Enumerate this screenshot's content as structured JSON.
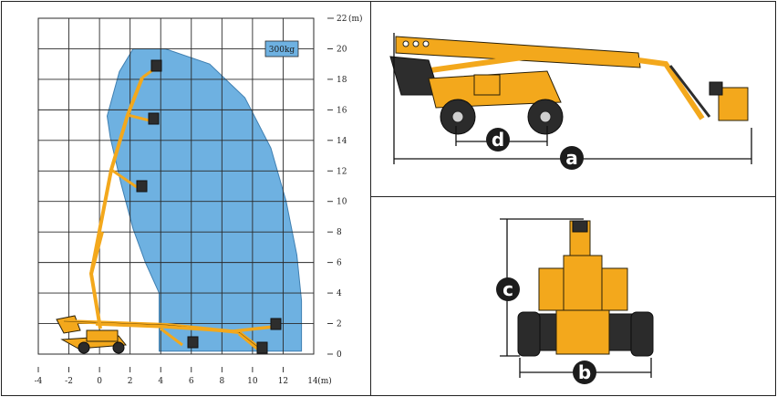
{
  "colors": {
    "envelope": "#6eb1e1",
    "machine_yellow": "#f3a81c",
    "machine_dark": "#2d2d2d",
    "grid": "#2a2a2a",
    "badge": "#1c1c1c"
  },
  "chart_data": {
    "type": "area",
    "title": "",
    "load_label": "300kg",
    "x_unit": "(m)",
    "y_unit": "(m)",
    "xlim": [
      -4,
      14
    ],
    "ylim": [
      0,
      22
    ],
    "x_ticks": [
      "-4",
      "-2",
      "0",
      "2",
      "4",
      "6",
      "8",
      "10",
      "12"
    ],
    "y_ticks": [
      "0",
      "2",
      "4",
      "6",
      "8",
      "10",
      "12",
      "14",
      "16",
      "18",
      "20"
    ],
    "x_end_label": "14",
    "y_end_label": "22",
    "grid": true,
    "envelope": {
      "name": "",
      "points": [
        [
          2.2,
          20
        ],
        [
          4.3,
          20
        ],
        [
          7.2,
          19
        ],
        [
          9.5,
          16.8
        ],
        [
          11.2,
          13.5
        ],
        [
          12.2,
          10
        ],
        [
          12.9,
          6.5
        ],
        [
          13.2,
          3.5
        ],
        [
          13.2,
          0.2
        ],
        [
          3.9,
          0.2
        ],
        [
          3.9,
          2.4
        ],
        [
          3.9,
          4
        ],
        [
          3.0,
          6
        ],
        [
          2.2,
          8.2
        ],
        [
          1.4,
          11.2
        ],
        [
          0.7,
          14.2
        ],
        [
          0.5,
          15.6
        ],
        [
          1.3,
          18.5
        ]
      ]
    }
  },
  "dimensions": {
    "side_view": [
      "d",
      "a"
    ],
    "top_view": [
      "c",
      "b"
    ]
  }
}
